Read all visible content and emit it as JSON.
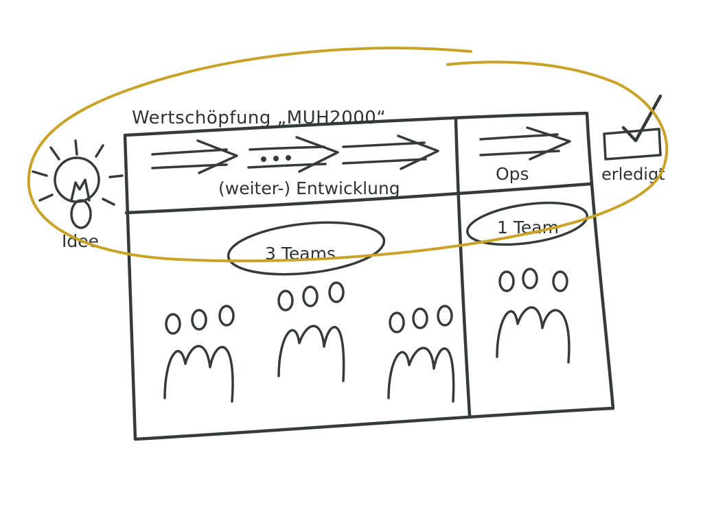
{
  "title": "Wertschöpfung „MUH2000“",
  "labels": {
    "idee": "Idee",
    "entwicklung": "(weiter-) Entwicklung",
    "ops": "Ops",
    "erledigt": "erledigt",
    "teams_dev": "3 Teams",
    "teams_ops": "1 Team"
  },
  "colors": {
    "ink": "#353a3a",
    "highlight": "#c9a227"
  }
}
